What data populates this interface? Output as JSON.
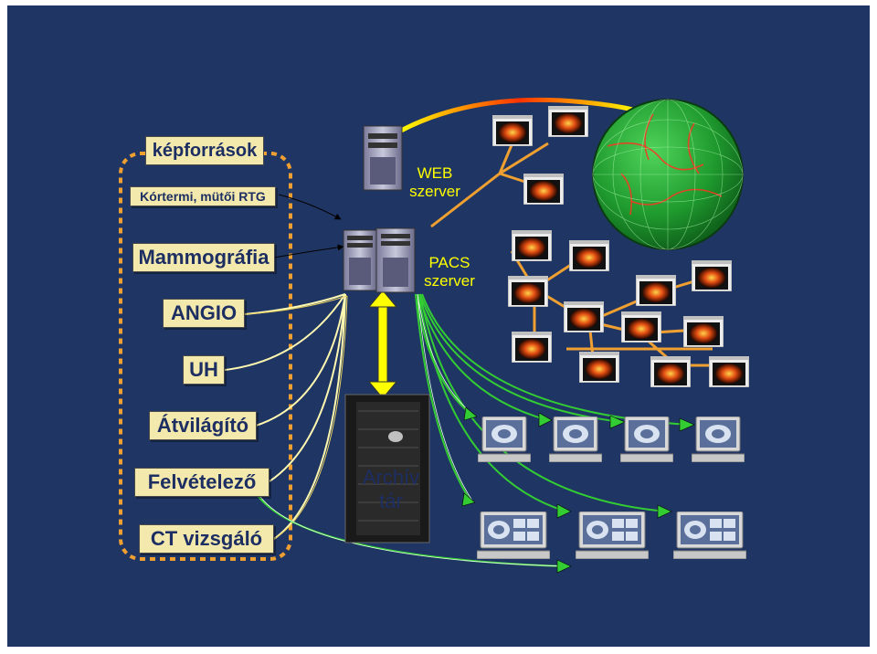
{
  "sources": {
    "title": "képforrások",
    "items": [
      "Kórtermi, mütői RTG",
      "Mammográfia",
      "ANGIO",
      "UH",
      "Átvilágító",
      "Felvételező",
      "CT vizsgáló"
    ]
  },
  "servers": {
    "web_label": "WEB\nszerver",
    "pacs_label": "PACS\nszerver",
    "archive_label": "Archív\ntár"
  },
  "colors": {
    "background": "#1f3664",
    "source_box": "#f3e9ad",
    "dotted_frame": "#f0a030",
    "orange_links": "#f0a030",
    "green_links": "#33cc33",
    "arrow_yellow": "#ffff00",
    "globe": "#1a8a2a"
  },
  "icons": {
    "server": "server-tower-icon",
    "archive": "archive-cabinet-icon",
    "globe": "internet-globe-icon",
    "remote_viewer": "remote-image-window-icon",
    "workstation": "diagnostic-workstation-icon"
  }
}
